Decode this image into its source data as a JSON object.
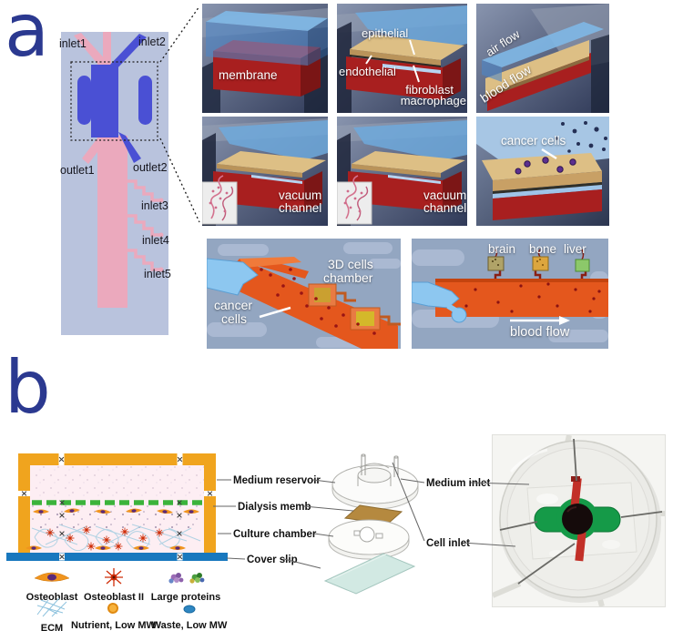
{
  "panel_a": {
    "label": "a",
    "chip_labels": {
      "inlet1": "inlet1",
      "inlet2": "inlet2",
      "outlet1": "outlet1",
      "outlet2": "outlet2",
      "inlet3": "inlet3",
      "inlet4": "inlet4",
      "inlet5": "inlet5"
    },
    "tile_membrane": {
      "label": "membrane"
    },
    "tile_layers": {
      "epithelial": "epithelial",
      "endothelial": "endothelial",
      "fibroblast": "fibroblast",
      "macrophage": "macrophage"
    },
    "tile_flows": {
      "air": "air flow",
      "blood": "blood flow"
    },
    "tile_vacuum1": {
      "line1": "vacuum",
      "line2": "channel"
    },
    "tile_vacuum2": {
      "line1": "vacuum",
      "line2": "channel"
    },
    "tile_cancer": {
      "label": "cancer cells"
    },
    "tile_chamber": {
      "line1": "3D cells",
      "line2": "chamber",
      "cancer1": "cancer",
      "cancer2": "cells"
    },
    "tile_organs": {
      "brain": "brain",
      "bone": "bone",
      "liver": "liver",
      "flow": "blood flow"
    }
  },
  "panel_b": {
    "label": "b",
    "layer_labels": {
      "medium_reservoir": "Medium reservoir",
      "dialysis_memb": "Dialysis memb",
      "culture_chamber": "Culture chamber",
      "cover_slip": "Cover slip"
    },
    "inlet_labels": {
      "medium_inlet": "Medium inlet",
      "cell_inlet": "Cell inlet"
    },
    "legend": {
      "osteoblast": "Osteoblast",
      "osteoblast2": "Osteoblast II",
      "large_proteins": "Large proteins",
      "ecm": "ECM",
      "nutrient": "Nutrient, Low MW",
      "waste": "Waste, Low MW"
    }
  },
  "colors": {
    "panel_letter": "#2b3990",
    "chip_background": "#b9c3dd",
    "chip_pink_channel": "#eba9bd",
    "chip_blue_channel": "#4a50d4",
    "render_blue": "#4f8ec9",
    "render_red": "#bf2323",
    "render_tan": "#ddbf85",
    "vessel_orange": "#e4571d",
    "frame_orange": "#f0a41e",
    "membrane_green": "#3bb33b",
    "coverslip_blue": "#1878be",
    "photo_green": "#159a48",
    "photo_red": "#c23028"
  }
}
